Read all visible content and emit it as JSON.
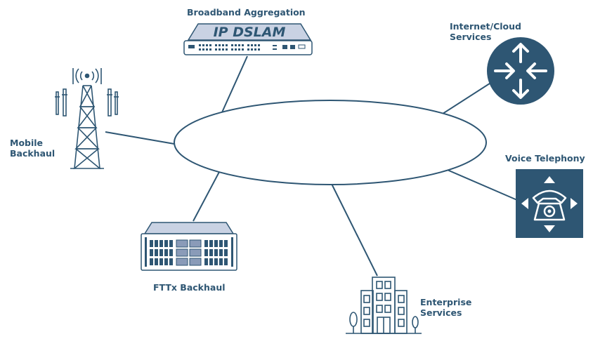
{
  "title": "",
  "nodes": {
    "broadband": {
      "label": "Broadband Aggregation",
      "device_text": "IP DSLAM",
      "icon": "dslam-icon"
    },
    "internet": {
      "label_line1": "Internet/Cloud",
      "label_line2": "Services",
      "icon": "router-icon"
    },
    "mobile": {
      "label_line1": "Mobile",
      "label_line2": "Backhaul",
      "icon": "cell-tower-icon"
    },
    "voice": {
      "label": "Voice Telephony",
      "icon": "telephone-icon"
    },
    "fttx": {
      "label": "FTTx Backhaul",
      "icon": "fttx-chassis-icon"
    },
    "enterprise": {
      "label_line1": "Enterprise",
      "label_line2": "Services",
      "icon": "office-building-icon"
    }
  },
  "colors": {
    "primary": "#2e5673",
    "accent": "#8a9bb8",
    "line": "#2e5673",
    "background": "#ffffff"
  }
}
